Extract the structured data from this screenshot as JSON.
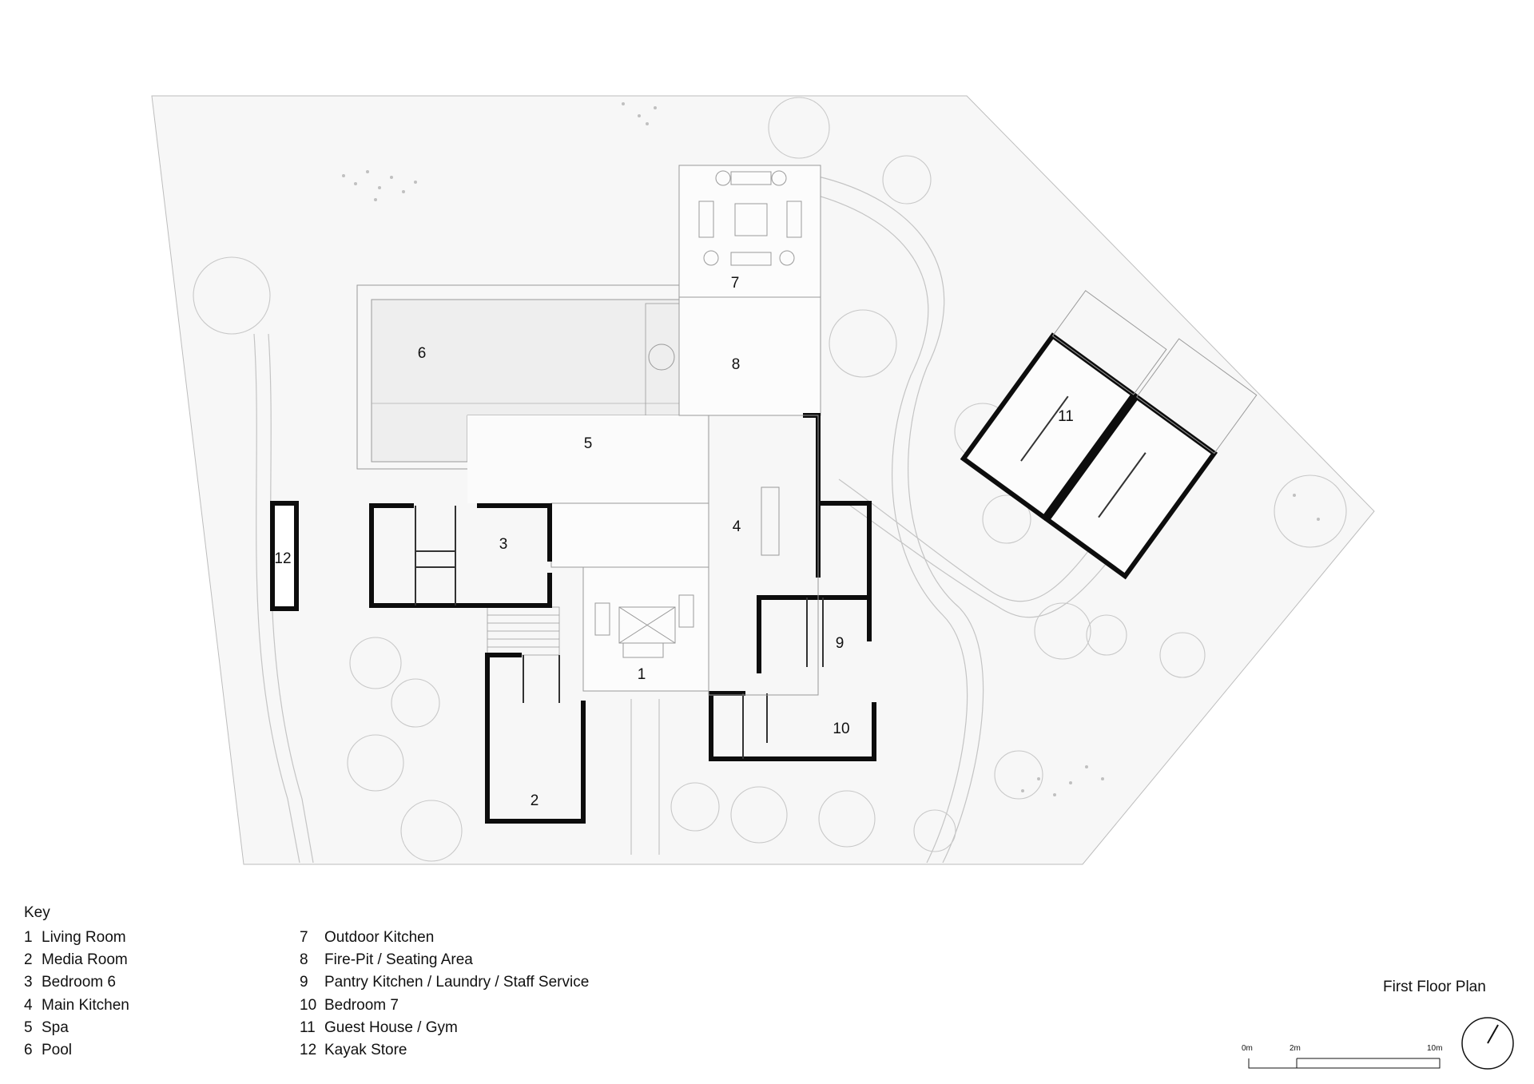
{
  "drawing": {
    "title": "First Floor Plan",
    "room_labels": [
      "1",
      "2",
      "3",
      "4",
      "5",
      "6",
      "7",
      "8",
      "9",
      "10",
      "11",
      "12"
    ]
  },
  "key": {
    "title": "Key",
    "items": [
      {
        "num": "1",
        "name": "Living Room"
      },
      {
        "num": "2",
        "name": "Media Room"
      },
      {
        "num": "3",
        "name": "Bedroom 6"
      },
      {
        "num": "4",
        "name": "Main Kitchen"
      },
      {
        "num": "5",
        "name": "Spa"
      },
      {
        "num": "6",
        "name": "Pool"
      },
      {
        "num": "7",
        "name": "Outdoor Kitchen"
      },
      {
        "num": "8",
        "name": "Fire-Pit / Seating Area"
      },
      {
        "num": "9",
        "name": "Pantry Kitchen / Laundry / Staff Service"
      },
      {
        "num": "10",
        "name": "Bedroom 7"
      },
      {
        "num": "11",
        "name": "Guest House / Gym"
      },
      {
        "num": "12",
        "name": "Kayak Store"
      }
    ]
  },
  "scale_bar": {
    "labels": [
      "0m",
      "2m",
      "10m"
    ]
  },
  "north_arrow": {
    "icon": "north-arrow-icon"
  },
  "colors": {
    "wall": "#0d0d0d",
    "line": "#9a9a9a",
    "site": "#f7f7f7",
    "pool": "#efefef"
  }
}
